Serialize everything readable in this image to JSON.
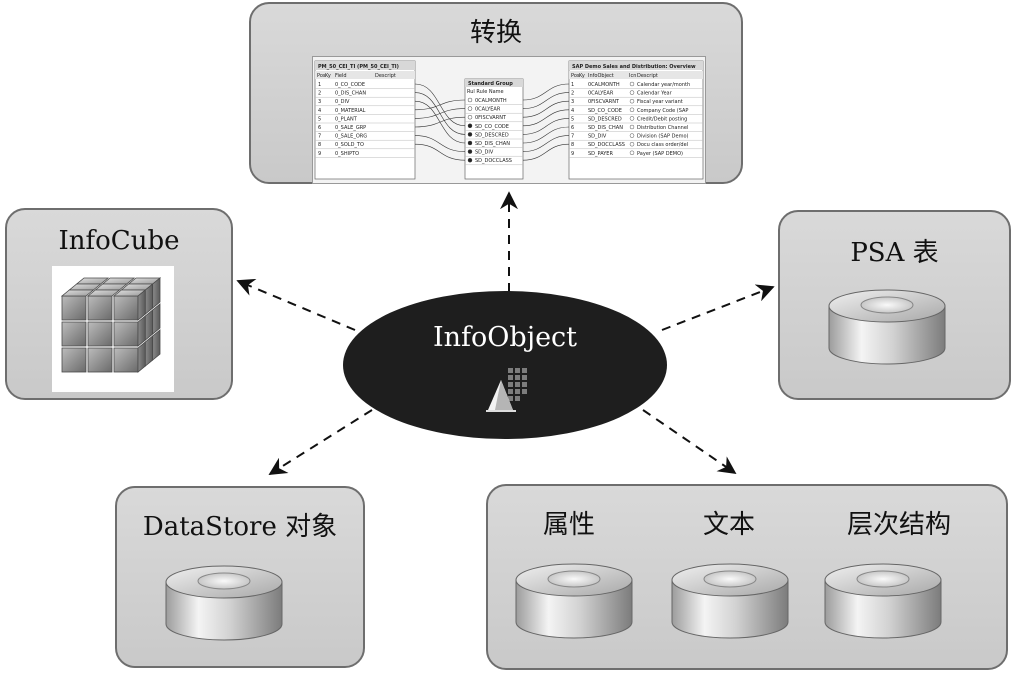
{
  "center": {
    "label": "InfoObject"
  },
  "boxes": {
    "transform": {
      "title": "转换"
    },
    "infocube": {
      "title": "InfoCube"
    },
    "psa": {
      "title": "PSA 表"
    },
    "datastore": {
      "title": "DataStore 对象"
    },
    "master_data": {
      "labels": [
        "属性",
        "文本",
        "层次结构"
      ]
    }
  },
  "transform_screenshot": {
    "left_table": {
      "title": "PM_50_CEI_TI (PM_50_CEI_TI)",
      "headers": [
        "Pos",
        "Ky",
        "Field",
        "Descript"
      ],
      "rows": [
        "0_CO_CODE",
        "0_DIS_CHAN",
        "0_DIV",
        "0_MATERIAL",
        "0_PLANT",
        "0_SALE_GRP",
        "0_SALE_ORG",
        "0_SOLD_TO",
        "0_SHIPTO"
      ]
    },
    "middle_table": {
      "title": "Standard Group",
      "header": "Rul Rule Name",
      "rows": [
        "0CALMONTH",
        "0CALYEAR",
        "0FISCVARNT",
        "SD_CO_CODE",
        "SD_DESCRED",
        "SD_DIS_CHAN",
        "SD_DIV",
        "SD_DOCCLASS"
      ]
    },
    "right_table": {
      "title": "SAP Demo Sales and Distribution: Overview",
      "headers": [
        "Pos",
        "Ky",
        "InfoObject",
        "Icn",
        "Descript"
      ],
      "rows": [
        [
          "0CALMONTH",
          "Calendar year/month"
        ],
        [
          "0CALYEAR",
          "Calendar Year"
        ],
        [
          "0FISCVARNT",
          "Fiscal year variant"
        ],
        [
          "SD_CO_CODE",
          "Company Code (SAP"
        ],
        [
          "SD_DESCRED",
          "Credit/Debit posting"
        ],
        [
          "SD_DIS_CHAN",
          "Distribution Channel"
        ],
        [
          "SD_DIV",
          "Division (SAP Demo)"
        ],
        [
          "SD_DOCCLASS",
          "Docu class order/del"
        ],
        [
          "SD_PAYER",
          "Payer (SAP DEMO)"
        ]
      ]
    }
  }
}
